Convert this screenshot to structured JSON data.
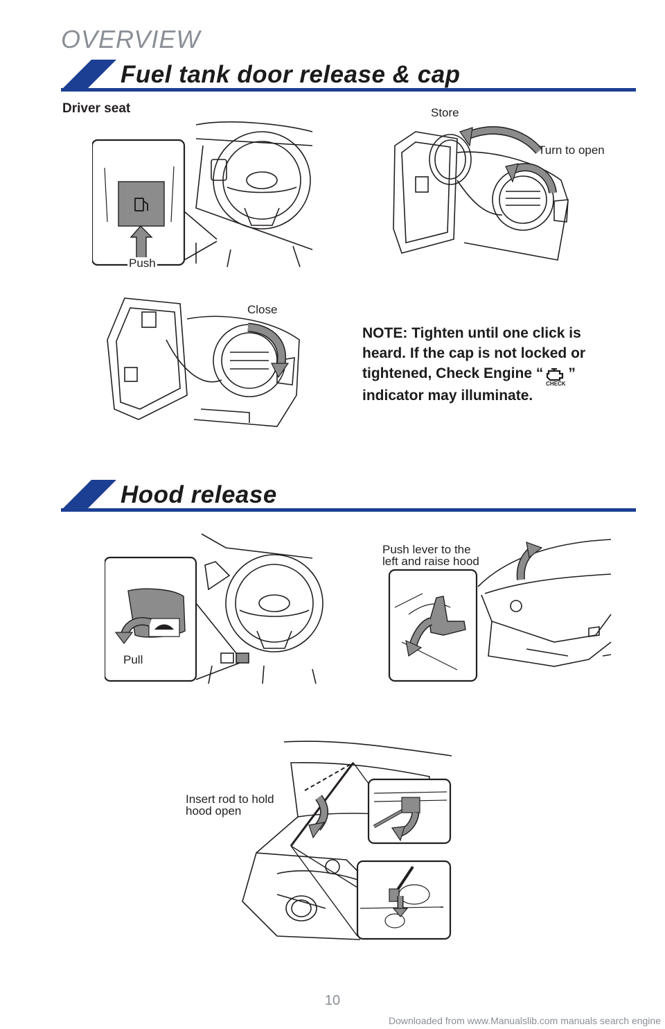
{
  "header": {
    "overview": "OVERVIEW"
  },
  "fuel": {
    "title": "Fuel tank door release & cap",
    "driver_seat": "Driver seat",
    "push": "Push",
    "store": "Store",
    "turn_to_open": "Turn to open",
    "close": "Close",
    "note_before": "NOTE: Tighten until one click is heard. If the cap is not locked or tightened, Check Engine “",
    "note_icon_text": "CHECK",
    "note_after": "” indicator may illuminate."
  },
  "hood": {
    "title": "Hood release",
    "pull": "Pull",
    "push_lever_line1": "Push lever to the",
    "push_lever_line2": "left and raise hood",
    "insert_rod_line1": "Insert rod to hold",
    "insert_rod_line2": "hood open"
  },
  "page_number": "10",
  "footer": "Downloaded from www.Manualslib.com manuals search engine",
  "colors": {
    "accent_blue": "#1c3f94",
    "gray_text": "#8a8f96",
    "arrow_gray": "#8c8c8c"
  }
}
